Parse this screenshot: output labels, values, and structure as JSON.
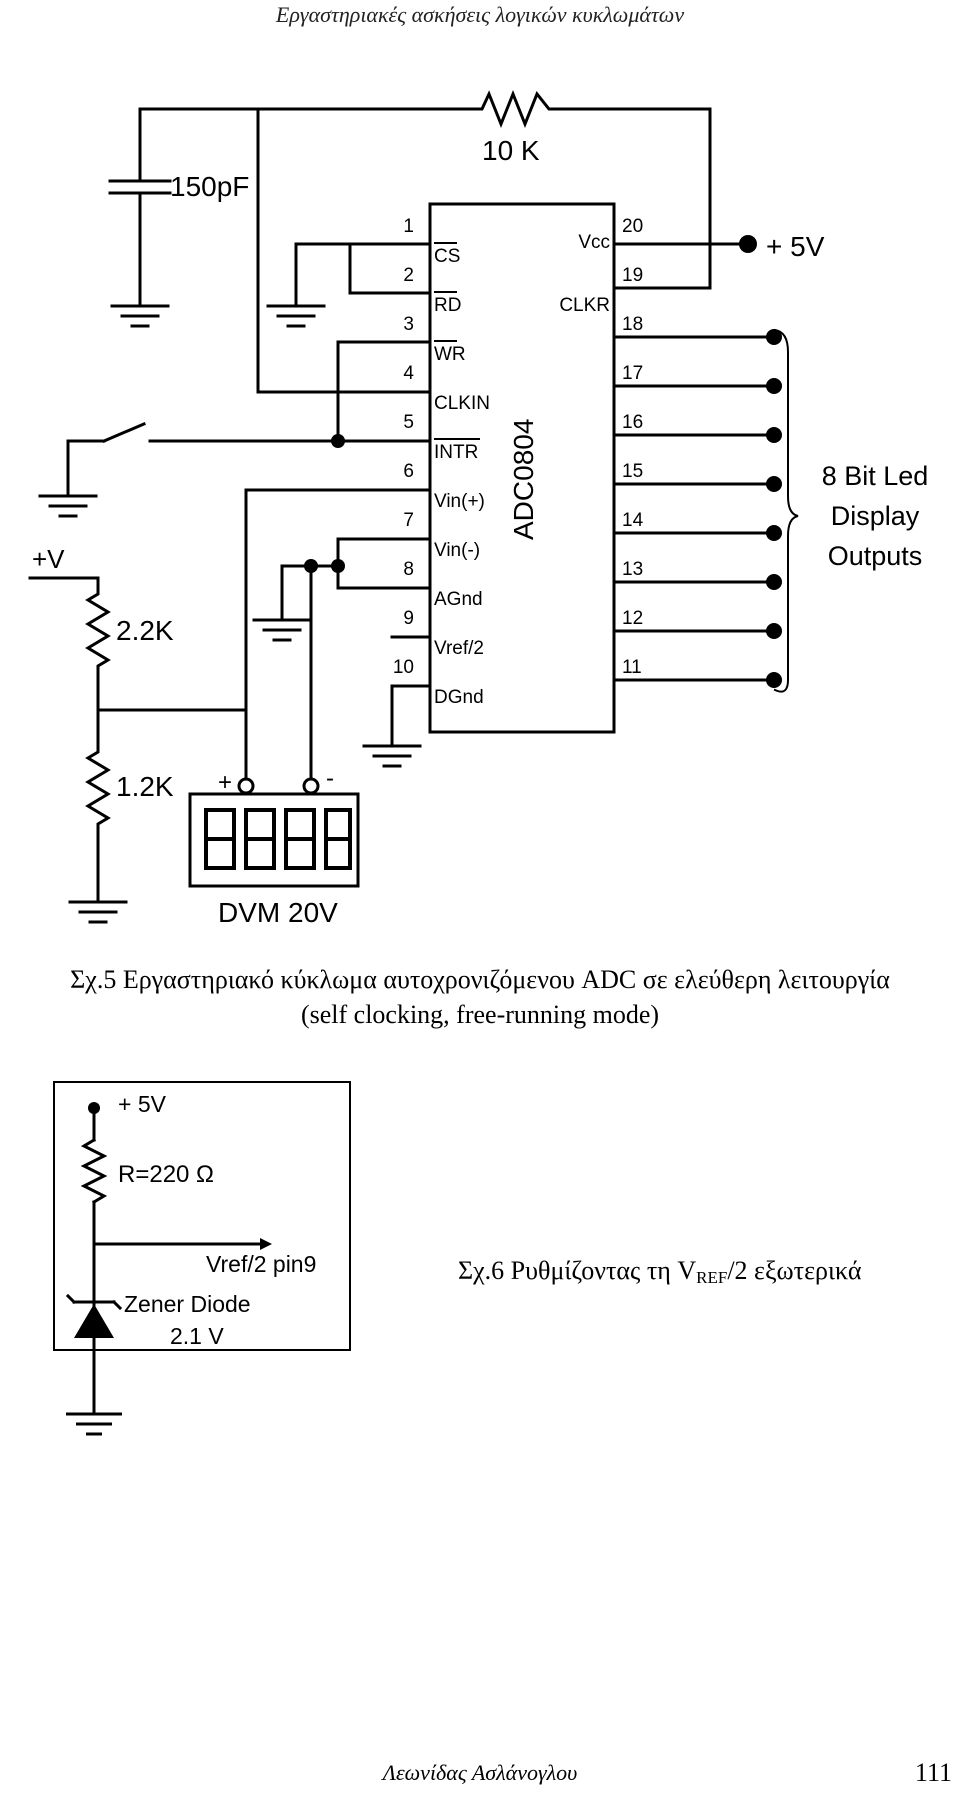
{
  "header": {
    "running_title": "Εργαστηριακές ασκήσεις λογικών κυκλωμάτων"
  },
  "figure5": {
    "chip_name": "ADC0804",
    "left_pins": [
      {
        "num": "1",
        "name": "CS"
      },
      {
        "num": "2",
        "name": "RD"
      },
      {
        "num": "3",
        "name": "WR"
      },
      {
        "num": "4",
        "name": "CLKIN"
      },
      {
        "num": "5",
        "name": "INTR"
      },
      {
        "num": "6",
        "name": "Vin(+)"
      },
      {
        "num": "7",
        "name": "Vin(-)"
      },
      {
        "num": "8",
        "name": "AGnd"
      },
      {
        "num": "9",
        "name": "Vref/2"
      },
      {
        "num": "10",
        "name": "DGnd"
      }
    ],
    "right_pins": [
      {
        "num": "20",
        "name": "Vcc"
      },
      {
        "num": "19",
        "name": "CLKR"
      },
      {
        "num": "18",
        "name": ""
      },
      {
        "num": "17",
        "name": ""
      },
      {
        "num": "16",
        "name": ""
      },
      {
        "num": "15",
        "name": ""
      },
      {
        "num": "14",
        "name": ""
      },
      {
        "num": "13",
        "name": ""
      },
      {
        "num": "12",
        "name": ""
      },
      {
        "num": "11",
        "name": ""
      }
    ],
    "resistor_10k": "10 K",
    "capacitor": "150pF",
    "supply": "+ 5V",
    "plus_v": "+V",
    "r_upper": "2.2K",
    "r_lower": "1.2K",
    "dvm_plus": "+",
    "dvm_minus": "-",
    "dvm_label": "DVM 20V",
    "outputs_label": [
      "8 Bit Led",
      "Display",
      "Outputs"
    ],
    "caption_line1": "Σχ.5 Εργαστηριακό κύκλωμα αυτοχρονιζόμενου ADC σε ελεύθερη λειτουργία",
    "caption_line2": "(self clocking, free-running mode)"
  },
  "figure6": {
    "supply": "+ 5V",
    "resistor": "R=220 Ω",
    "vref_label": "Vref/2 pin9",
    "zener_line1": "Zener Diode",
    "zener_line2": "2.1 V",
    "caption_prefix": "Σχ.6  Ρυθμίζοντας τη V",
    "caption_sub": "REF",
    "caption_suffix": "/2 εξωτερικά"
  },
  "footer": {
    "author": "Λεωνίδας Ασλάνογλου",
    "page_number": "111"
  }
}
